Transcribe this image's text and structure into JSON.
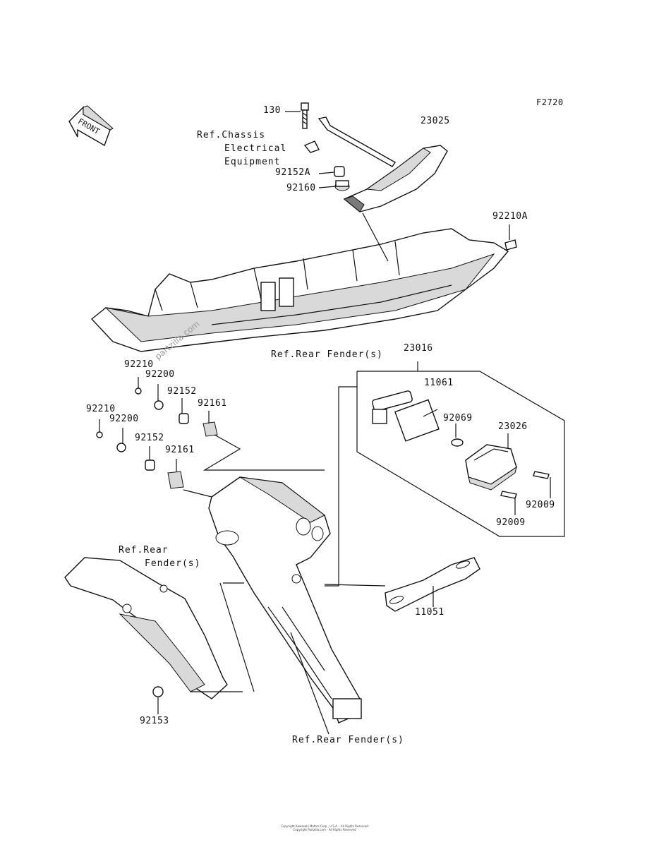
{
  "figure_code": "F2720",
  "front_label": "FRONT",
  "references": {
    "chassis_electrical": [
      "Ref.Chassis",
      "Electrical",
      "Equipment"
    ],
    "rear_fender_top": "Ref.Rear Fender(s)",
    "rear_fender_left": [
      "Ref.Rear",
      "Fender(s)"
    ],
    "rear_fender_bottom": "Ref.Rear Fender(s)"
  },
  "part_numbers": {
    "p130": "130",
    "p23025": "23025",
    "p92152A": "92152A",
    "p92160": "92160",
    "p92210A": "92210A",
    "p23016": "23016",
    "p11061": "11061",
    "p92069": "92069",
    "p23026": "23026",
    "p92009a": "92009",
    "p92009b": "92009",
    "p92210a": "92210",
    "p92200a": "92200",
    "p92152a": "92152",
    "p92161a": "92161",
    "p92210b": "92210",
    "p92200b": "92200",
    "p92152b": "92152",
    "p92161b": "92161",
    "p11051": "11051",
    "p92153": "92153"
  },
  "watermark": "partzilla.com",
  "copyright": [
    "Copyright Kawasaki Motors Corp., U.S.A. - All Rights Reserved",
    "Copyright Partzilla.com - All Rights Reserved"
  ]
}
